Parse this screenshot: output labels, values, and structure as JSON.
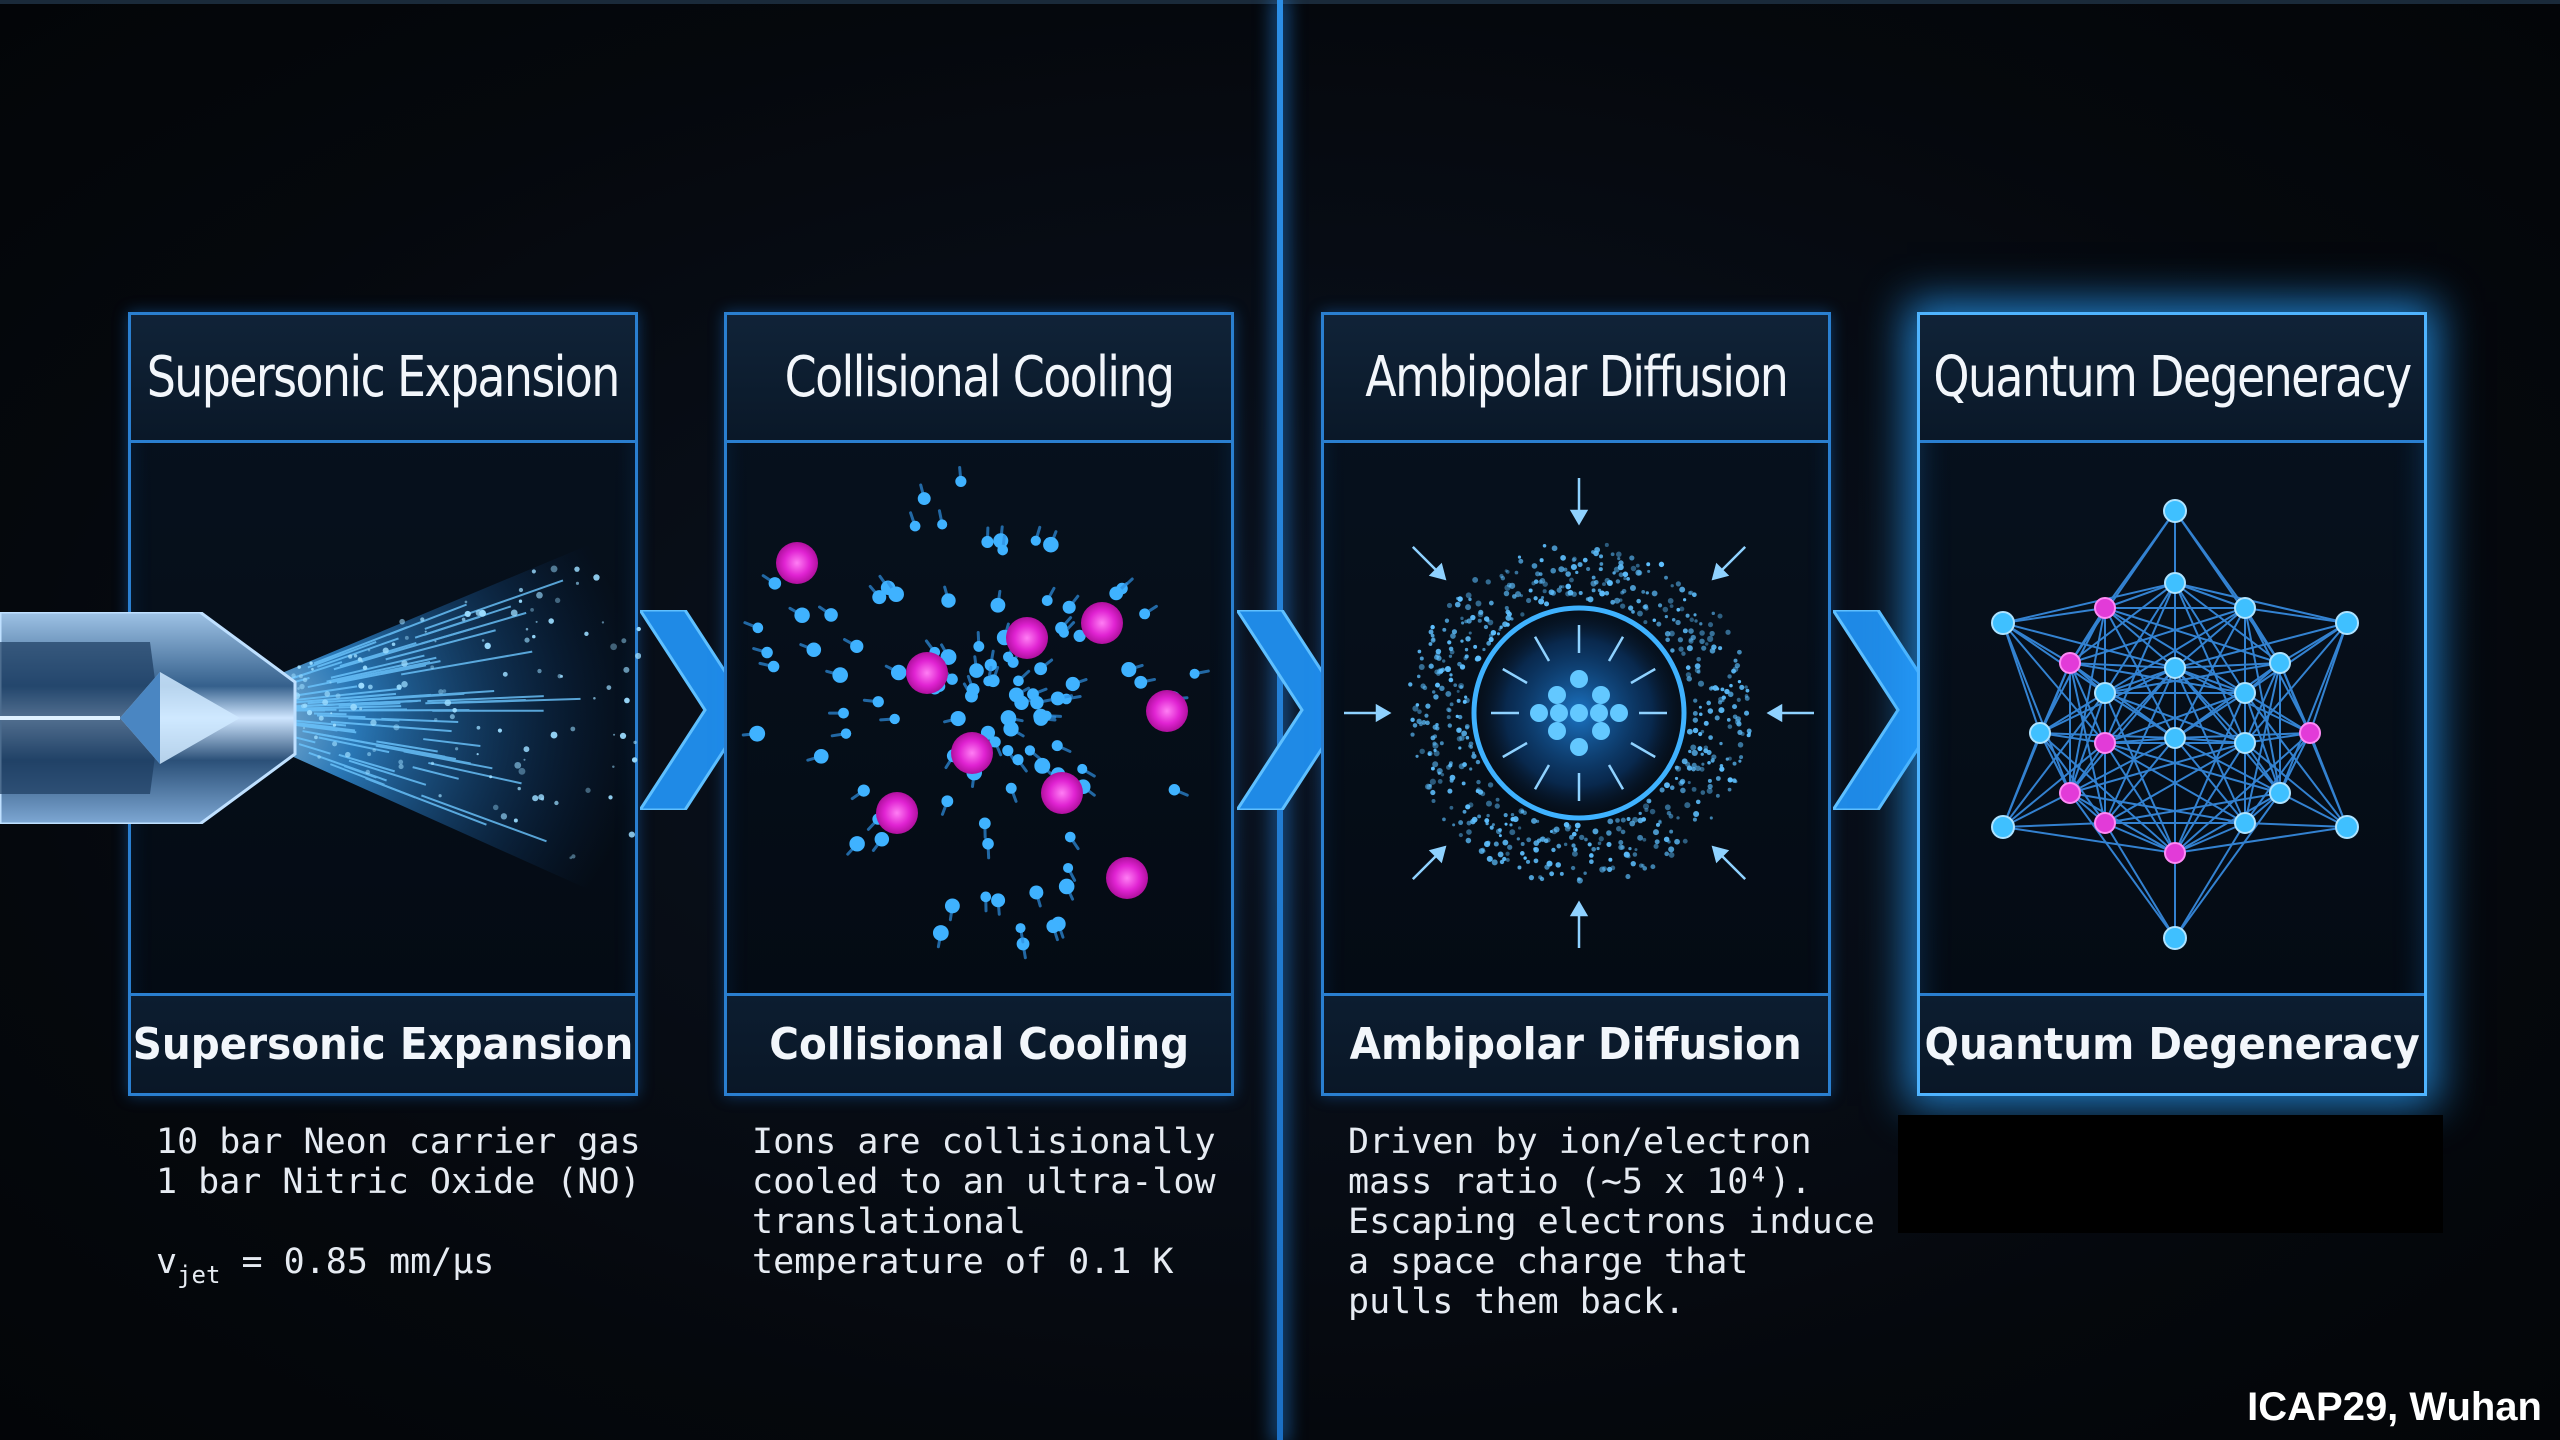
{
  "steps": [
    {
      "title": "Supersonic Expansion",
      "label": "Supersonic Expansion",
      "desc": [
        "10 bar Neon carrier gas",
        "1 bar Nitric Oxide (NO)"
      ],
      "velocity_symbol": "v",
      "velocity_sub": "jet",
      "velocity_rest": " = 0.85 mm/μs"
    },
    {
      "title": "Collisional Cooling",
      "label": "Collisional Cooling",
      "desc": [
        "Ions are collisionally",
        "cooled to an ultra-low",
        "translational",
        "temperature of 0.1 K"
      ]
    },
    {
      "title": "Ambipolar Diffusion",
      "label": "Ambipolar Diffusion",
      "desc": [
        "Driven by ion/electron",
        "mass ratio (~5 x 10⁴).",
        "Escaping electrons induce",
        "a space charge that",
        "pulls them back."
      ]
    },
    {
      "title": "Quantum Degeneracy",
      "label": "Quantum Degeneracy",
      "desc": []
    }
  ],
  "credit": "ICAP29, Wuhan",
  "colors": {
    "accent": "#2a7fd0",
    "glow": "#4fb4ff",
    "ion": "#e23bd8",
    "electron": "#3fb2ff",
    "background": "#060a10"
  },
  "icons": [
    "nozzle-icon",
    "chevron-right-icon",
    "particle-cloud-icon",
    "ring-diffusion-icon",
    "lattice-icon"
  ]
}
